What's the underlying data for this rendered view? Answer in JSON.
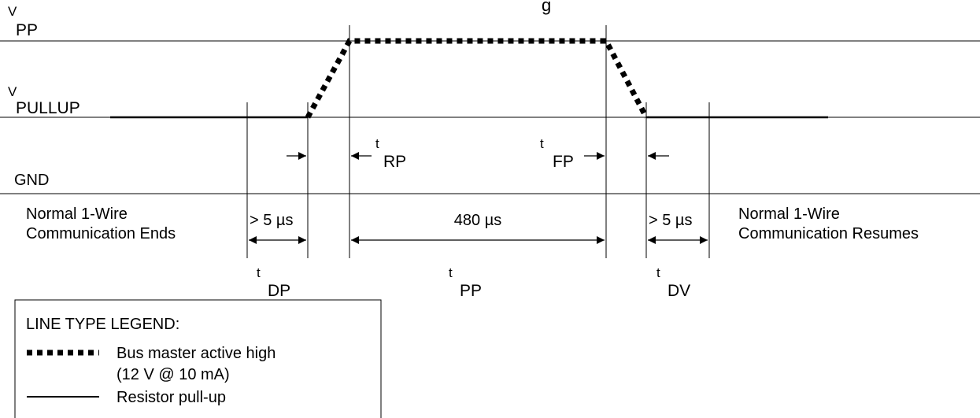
{
  "title_fragment": "g",
  "levels": {
    "vpp": {
      "main": "V",
      "sub": "PP"
    },
    "vpullup": {
      "main": "V",
      "sub": "PULLUP"
    },
    "gnd": "GND"
  },
  "timing": {
    "t_rp": {
      "main": "t",
      "sub": "RP"
    },
    "t_fp": {
      "main": "t",
      "sub": "FP"
    },
    "t_dp": {
      "main": "t",
      "sub": "DP"
    },
    "t_pp": {
      "main": "t",
      "sub": "PP"
    },
    "t_dv": {
      "main": "t",
      "sub": "DV"
    }
  },
  "durations": {
    "dp": "> 5 µs",
    "pp": "480 µs",
    "dv": "> 5 µs"
  },
  "notes": {
    "ends_line1": "Normal 1-Wire",
    "ends_line2": "Communication Ends",
    "resumes_line1": "Normal 1-Wire",
    "resumes_line2": "Communication Resumes"
  },
  "legend": {
    "title": "LINE TYPE LEGEND:",
    "dotted_line1": "Bus master active high",
    "dotted_line2": "(12 V @ 10 mA)",
    "solid": "Resistor pull-up"
  }
}
